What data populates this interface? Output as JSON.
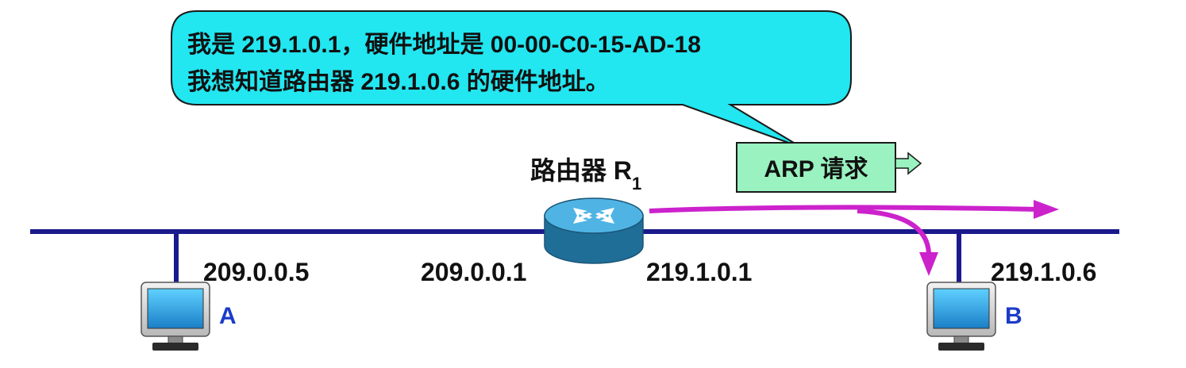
{
  "speech_bubble": {
    "line1": "我是 219.1.0.1，硬件地址是 00-00-C0-15-AD-18",
    "line2": "我想知道路由器 219.1.0.6 的硬件地址。"
  },
  "router": {
    "label": "路由器 R",
    "subscript": "1",
    "left_ip": "209.0.0.1",
    "right_ip": "219.1.0.1"
  },
  "arp_box": {
    "label": "ARP 请求"
  },
  "host_a": {
    "name": "A",
    "ip": "209.0.0.5"
  },
  "host_b": {
    "name": "B",
    "ip": "219.1.0.6"
  },
  "colors": {
    "network_line": "#1a1a8c",
    "bubble_fill": "#22e6f0",
    "arp_fill": "#99f2bf",
    "arrow": "#cc22cc",
    "host_label": "#1a3cc8",
    "router_body": "#2c8ab8"
  },
  "icons": [
    "router-icon",
    "computer-icon",
    "arrow-icon"
  ]
}
